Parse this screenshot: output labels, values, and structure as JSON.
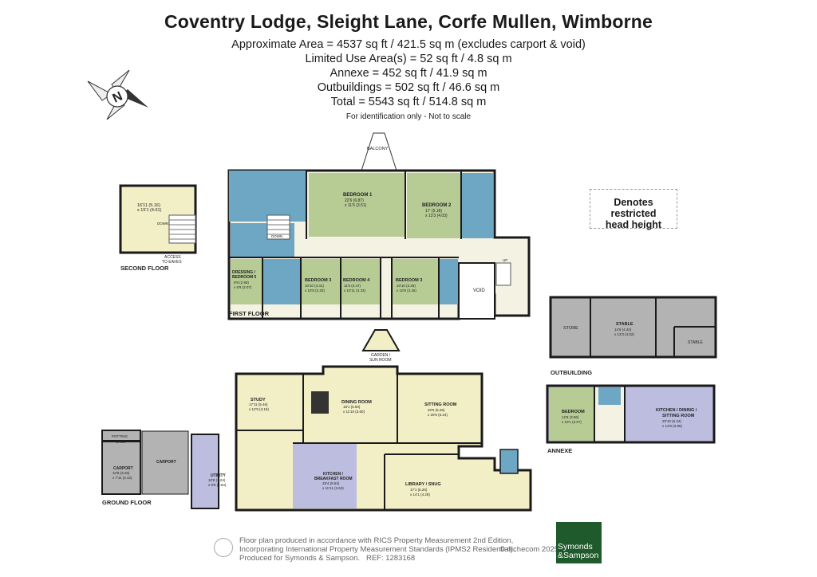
{
  "title": "Coventry Lodge, Sleight Lane, Corfe Mullen, Wimborne",
  "areas": [
    "Approximate Area = 4537 sq ft / 421.5 sq m (excludes carport & void)",
    "Limited Use Area(s) = 52 sq ft / 4.8 sq m",
    "Annexe = 452 sq ft / 41.9 sq m",
    "Outbuildings = 502 sq ft / 46.6 sq m",
    "Total = 5543 sq ft / 514.8 sq m"
  ],
  "disclaimer": "For identification only - Not to scale",
  "compass": {
    "letter": "N",
    "icon": "compass-icon"
  },
  "legend": {
    "line1": "Denotes restricted",
    "line2": "head height"
  },
  "floors": {
    "second": "SECOND FLOOR",
    "first": "FIRST FLOOR",
    "ground": "GROUND FLOOR",
    "outbuilding": "OUTBUILDING",
    "annexe": "ANNEXE"
  },
  "rooms": {
    "second_floor": {
      "dims1": "16'11 (5.16)",
      "dims2": "x 15'1 (4.61)",
      "down": "DOWN",
      "access1": "ACCESS",
      "access2": "TO EAVES"
    },
    "balcony": "BALCONY",
    "bedroom1": {
      "name": "BEDROOM 1",
      "d1": "22'6 (6.87)",
      "d2": "x 11'6 (3.51)"
    },
    "bedroom2": {
      "name": "BEDROOM 2",
      "d1": "17' (5.18)",
      "d2": "x 13'3 (4.03)"
    },
    "dressing": {
      "name1": "DRESSING /",
      "name2": "BEDROOM 5",
      "d1": "9'8 (2.95)",
      "d2": "x 6'9 (2.07)"
    },
    "bedroom3a": {
      "name": "BEDROOM 3",
      "d1": "10'10 (3.31)",
      "d2": "x 10'8 (3.25)"
    },
    "bedroom4": {
      "name": "BEDROOM 4",
      "d1": "11'5 (3.47)",
      "d2": "x 10'11 (3.33)"
    },
    "bedroom3b": {
      "name": "BEDROOM 3",
      "d1": "10'10 (3.29)",
      "d2": "x 10'8 (3.26)"
    },
    "void": "VOID",
    "up": "UP",
    "down": "DOWN",
    "store": "STORE",
    "stable1": {
      "name": "STABLE",
      "d1": "14'6 (4.42)",
      "d2": "x 13'3 (4.02)"
    },
    "stable2": "STABLE",
    "garden": {
      "name1": "GARDEN /",
      "name2": "SUN ROOM"
    },
    "study": {
      "name": "STUDY",
      "d1": "17'11 (5.46)",
      "d2": "x 12'9 (3.18)"
    },
    "dining": {
      "name": "DINING ROOM",
      "d1": "18'1 (5.50)",
      "d2": "x 11'10 (3.60)"
    },
    "sitting": {
      "name": "SITTING ROOM",
      "d1": "20'6 (6.25)",
      "d2": "x 20'6 (6.24)"
    },
    "potting": {
      "name1": "POTTING",
      "name2": "SHED"
    },
    "carport_small": {
      "name": "CARPORT",
      "d1": "10'8 (3.25)",
      "d2": "x 7'11 (2.42)"
    },
    "carport_big": "CARPORT",
    "utility": {
      "name": "UTILITY",
      "d1": "10'8 (3.24)",
      "d2": "x 8'8 (2.64)"
    },
    "kitchen": {
      "name1": "KITCHEN /",
      "name2": "BREAKFAST ROOM",
      "d1": "28'4 (8.63)",
      "d2": "x 11'11 (3.63)"
    },
    "library": {
      "name": "LIBRARY / SNUG",
      "d1": "17'1 (5.20)",
      "d2": "x 14'1 (4.28)"
    },
    "annexe_bed": {
      "name": "BEDROOM",
      "d1": "12'8 (3.86)",
      "d2": "x 10'1 (3.07)"
    },
    "annexe_kit": {
      "name": "KITCHEN / DINING /",
      "name2": "SITTING ROOM",
      "d1": "20'10 (6.34)",
      "d2": "x 12'8 (3.86)"
    }
  },
  "footer": {
    "line1": "Floor plan produced in accordance with RICS Property Measurement 2nd Edition,",
    "line2": "Incorporating International Property Measurement Standards (IPMS2 Residential).",
    "copyright": "© nichecom 2025.",
    "line3": "Produced for Symonds & Sampson.",
    "ref": "REF:  1283168"
  },
  "brand": {
    "line1": "Symonds",
    "line2": "&Sampson"
  },
  "colors": {
    "bedroom": "#b7cc95",
    "bathroom": "#6ea7c4",
    "kitchen": "#bdbde0",
    "living": "#f2eec6",
    "circulation": "#f4f2e2",
    "store": "#b3b3b3",
    "wall": "#1a1a1a",
    "brand": "#1e5a2b"
  }
}
